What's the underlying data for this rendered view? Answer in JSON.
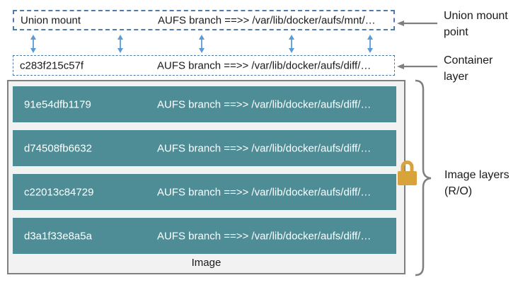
{
  "union_mount_box": {
    "label": "Union mount",
    "path": "AUFS branch ==>> /var/lib/docker/aufs/mnt/…"
  },
  "container_box": {
    "id": "c283f215c57f",
    "path": "AUFS branch ==>> /var/lib/docker/aufs/diff/…"
  },
  "image_box": {
    "caption": "Image",
    "layers": [
      {
        "id": "91e54dfb1179",
        "path": "AUFS branch ==>> /var/lib/docker/aufs/diff/…"
      },
      {
        "id": "d74508fb6632",
        "path": "AUFS branch ==>> /var/lib/docker/aufs/diff/…"
      },
      {
        "id": "c22013c84729",
        "path": "AUFS branch ==>> /var/lib/docker/aufs/diff/…"
      },
      {
        "id": "d3a1f33e8a5a",
        "path": "AUFS branch ==>> /var/lib/docker/aufs/diff/…"
      }
    ]
  },
  "annotations": {
    "union_mount_point": "Union mount point",
    "container_layer": "Container layer",
    "image_layers": "Image layers (R/O)"
  },
  "icons": {
    "lock": "lock-icon",
    "brace": "curly-brace",
    "up_down_arrow": "double-arrow"
  },
  "colors": {
    "layer_teal": "#4E8D96",
    "dashed_border_blue": "#4E7BAB",
    "arrow_blue": "#5B9BD5",
    "annotation_gray": "#7F7F7F",
    "lock_gold": "#D9A33C",
    "image_box_bg": "#F2F2F2",
    "text_dark": "#1A1A1A",
    "text_light": "#FFFFFF"
  }
}
